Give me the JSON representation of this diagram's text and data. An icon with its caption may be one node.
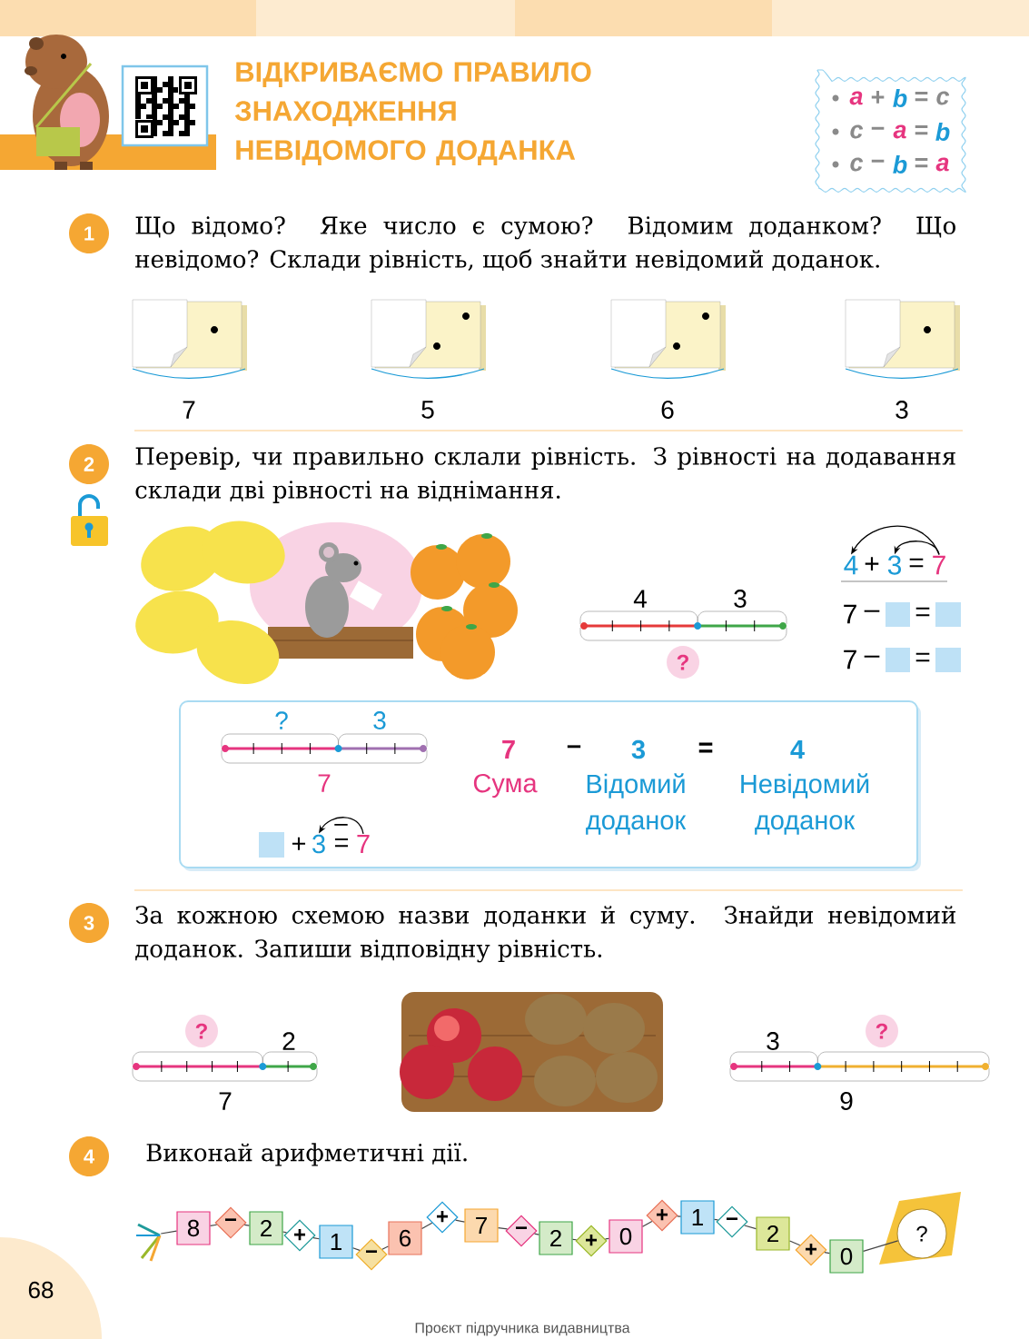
{
  "diagram": {
    "title": "ВІДКРИВАЄМО ПРАВИЛО ЗНАХОДЖЕННЯ НЕВІДОМОГО ДОДАНКА",
    "nodes": [
      {
        "text": [
          "a",
          "+",
          "b",
          "=",
          "c",
          "c",
          "−",
          "a",
          "=",
          "b",
          "c",
          "−",
          "b",
          "=",
          "a"
        ]
      },
      {
        "text": [
          "1"
        ]
      },
      {
        "text": [
          "2"
        ]
      },
      {
        "text": [
          "4"
        ]
      },
      {
        "text": [
          "3"
        ]
      },
      {
        "text": [
          "7"
        ]
      },
      {
        "text": [
          "?"
        ]
      },
      {
        "text": [
          "?",
          "3",
          "7",
          "7",
          "–",
          "3",
          "=",
          "4",
          "Сума",
          "Відомий доданок",
          "Невідомий доданок",
          "+",
          "="
        ]
      },
      {
        "text": [
          "3"
        ],
        "in": 7
      },
      {
        "text": [
          "7"
        ],
        "in": 7
      },
      {
        "text": [
          "3"
        ]
      },
      {
        "text": [
          "?"
        ]
      },
      {
        "text": [
          "?"
        ]
      },
      {
        "text": [
          "4"
        ]
      },
      {
        "text": [],
        "shape": "picture"
      },
      {
        "text": [
          "8"
        ]
      },
      {
        "text": [
          "−"
        ]
      },
      {
        "text": [
          "2"
        ]
      },
      {
        "text": [
          "+"
        ]
      },
      {
        "text": [
          "1"
        ]
      },
      {
        "text": [
          "−"
        ]
      },
      {
        "text": [
          "6"
        ]
      },
      {
        "text": [
          "+"
        ]
      },
      {
        "text": [
          "7"
        ]
      },
      {
        "text": [
          "−"
        ]
      },
      {
        "text": [
          "2"
        ]
      },
      {
        "text": [
          "+"
        ]
      },
      {
        "text": [
          "0"
        ]
      },
      {
        "text": [
          "+"
        ]
      },
      {
        "text": [
          "1"
        ]
      },
      {
        "text": [
          "−"
        ]
      },
      {
        "text": [
          "2"
        ]
      },
      {
        "text": [
          "+"
        ]
      },
      {
        "text": [
          "0"
        ]
      },
      {
        "text": [
          "?"
        ]
      }
    ],
    "edges": [
      {
        "from": 5,
        "to": 3,
        "arrow": "to"
      },
      {
        "from": 5,
        "to": 4,
        "arrow": "to"
      },
      {
        "from": 9,
        "to": 8,
        "arrow": "to",
        "label": "–"
      },
      {
        "from": 14,
        "to": 15,
        "arrow": "none"
      },
      {
        "from": 15,
        "to": 16,
        "arrow": "none"
      },
      {
        "from": 16,
        "to": 17,
        "arrow": "none"
      },
      {
        "from": 17,
        "to": 18,
        "arrow": "none"
      },
      {
        "from": 18,
        "to": 19,
        "arrow": "none"
      },
      {
        "from": 19,
        "to": 20,
        "arrow": "none"
      },
      {
        "from": 20,
        "to": 21,
        "arrow": "none"
      },
      {
        "from": 21,
        "to": 22,
        "arrow": "none"
      },
      {
        "from": 22,
        "to": 23,
        "arrow": "none"
      },
      {
        "from": 23,
        "to": 24,
        "arrow": "none"
      },
      {
        "from": 24,
        "to": 25,
        "arrow": "none"
      },
      {
        "from": 25,
        "to": 26,
        "arrow": "none"
      },
      {
        "from": 26,
        "to": 27,
        "arrow": "none"
      },
      {
        "from": 27,
        "to": 28,
        "arrow": "none"
      },
      {
        "from": 28,
        "to": 29,
        "arrow": "none"
      },
      {
        "from": 29,
        "to": 30,
        "arrow": "none"
      },
      {
        "from": 30,
        "to": 31,
        "arrow": "none"
      },
      {
        "from": 31,
        "to": 32,
        "arrow": "none"
      },
      {
        "from": 32,
        "to": 33,
        "arrow": "none"
      },
      {
        "from": 33,
        "to": 34,
        "arrow": "none"
      }
    ],
    "labels": [
      "Що відомо? Яке число є сумою? Відомим доданком? Що невідомо? Склади рівність, щоб знайти невідомий доданок.",
      "7",
      "5",
      "6",
      "3",
      "Перевір, чи правильно склали рівність. З рівності на додавання склади дві рівності на віднімання.",
      "4",
      "3",
      "+",
      "=",
      "7",
      "–",
      "=",
      "7",
      "–",
      "=",
      "За кожною схемою назви доданки й суму. Знайди невідомий доданок. Запиши відповідну рівність.",
      "2",
      "7",
      "3",
      "9",
      "Виконай арифметичні дії.",
      "68",
      "Проєкт підручника видавництва"
    ]
  }
}
